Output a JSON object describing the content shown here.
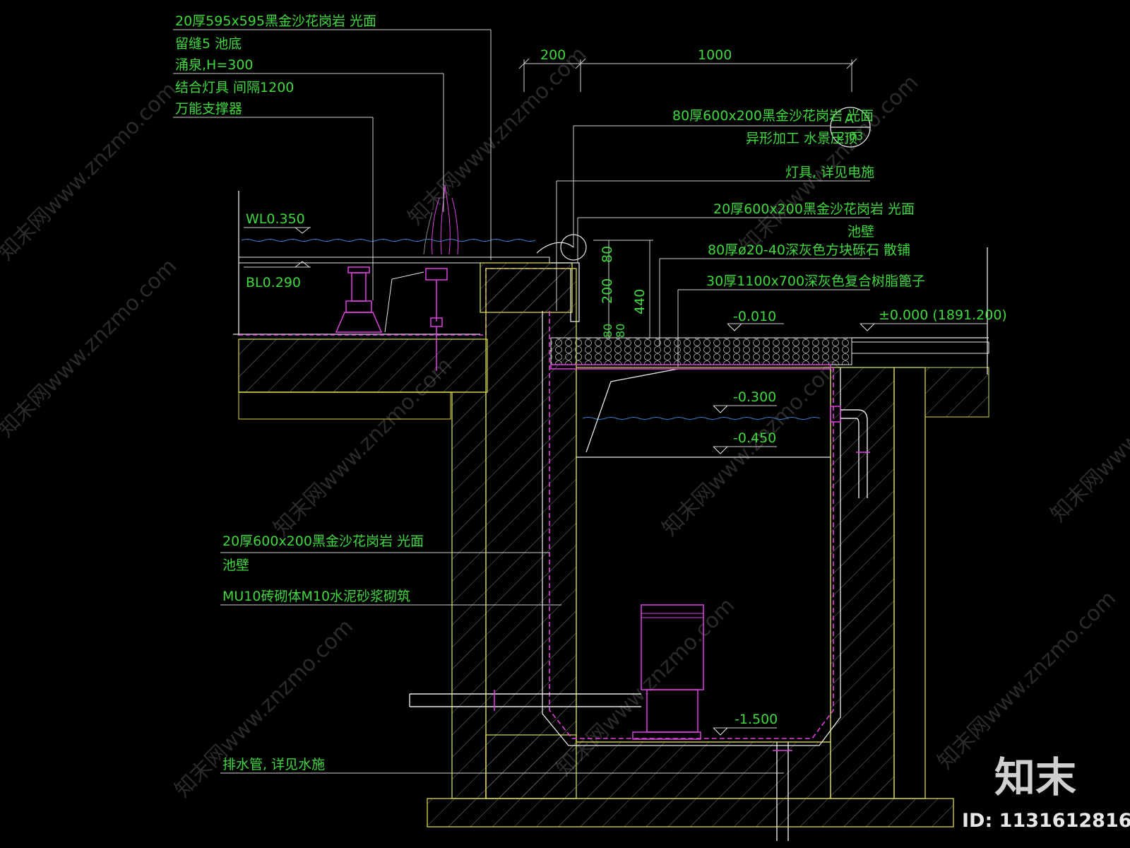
{
  "labels": {
    "top_1": "20厚595x595黑金沙花岗岩 光面",
    "top_2": "留缝5  池底",
    "top_3": "涌泉,H=300",
    "top_4": "结合灯具  间隔1200",
    "top_5": "万能支撑器",
    "right_1": "80厚600x200黑金沙花岗岩 光面",
    "right_2": "异形加工  水景压顶",
    "right_3": "灯具, 详见电施",
    "right_4": "20厚600x200黑金沙花岗岩 光面",
    "right_5": "池壁",
    "right_6": "80厚ø20-40深灰色方块砾石  散铺",
    "right_7": "30厚1100x700深灰色复合树脂篦子",
    "left_1": "20厚600x200黑金沙花岗岩 光面",
    "left_2": "池壁",
    "left_3": "MU10砖砌体M10水泥砂浆砌筑",
    "left_4": "排水管, 详见水施"
  },
  "elevations": {
    "wl": "WL0.350",
    "bl": "BL0.290",
    "e1": "-0.010",
    "e2": "±0.000 (1891.200)",
    "e3": "-0.300",
    "e4": "-0.450",
    "e5": "-1.500"
  },
  "dimensions": {
    "d200_top": "200",
    "d1000": "1000",
    "v80": "80",
    "v200": "200",
    "v440": "440",
    "v80b": "80",
    "v80c": "80"
  },
  "section_marker": {
    "letter": "A",
    "sheet": "2-03"
  },
  "watermark": {
    "text": "知末网www.znzmo.com",
    "brand": "知末",
    "id": "ID: 1131612816"
  },
  "colors": {
    "background": "#000000",
    "text": "#3fd93f",
    "wall": "#d8d84a",
    "waterproof": "#e040e0",
    "water": "#3a7fd0"
  }
}
